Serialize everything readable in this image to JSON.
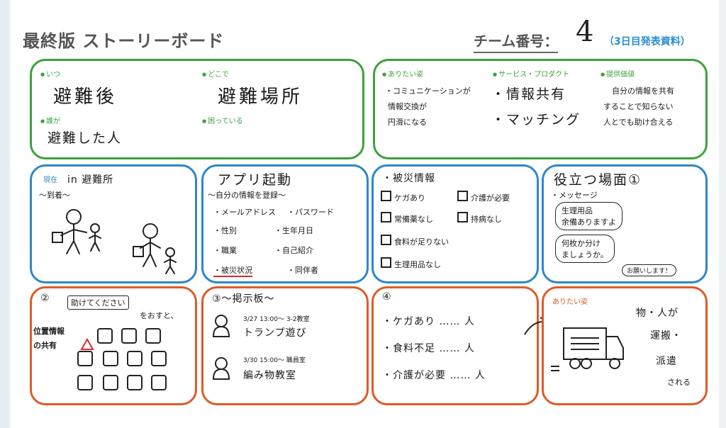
{
  "header": {
    "title": "最終版 ストーリーボード",
    "team_label": "チーム番号：",
    "team_number": "4",
    "note": "（3日目発表資料）"
  },
  "top_left": {
    "when_label": "いつ",
    "when_value": "避難後",
    "where_label": "どこで",
    "where_value": "避難場所",
    "who_label": "誰が",
    "who_value": "避難した人",
    "trouble_label": "困っている"
  },
  "top_right": {
    "ideal_label": "ありたい姿",
    "ideal_value": [
      "・コミュニケーションが",
      "情報交換が",
      "円滑になる"
    ],
    "service_label": "サービス・プロダクト",
    "service_value": [
      "・情報共有",
      "・マッチング"
    ],
    "value_label": "提供価値",
    "value_value": [
      "自分の情報を共有",
      "することで知らない",
      "人とでも助け合える"
    ]
  },
  "row2": {
    "p1": {
      "label": "現在",
      "line1": "in 避難所",
      "line2": "～到着～"
    },
    "p2": {
      "title": "アプリ起動",
      "subtitle": "～自分の情報を登録～",
      "items": [
        "・メールアドレス",
        "・パスワード",
        "・性別",
        "・生年月日",
        "・職業",
        "・自己紹介",
        "・被災状況",
        "・同伴者"
      ]
    },
    "p3": {
      "title": "・被災情報",
      "items": [
        "ケガあり",
        "介護が必要",
        "常備薬なし",
        "持病なし",
        "食料が足りない",
        "生理用品なし"
      ]
    },
    "p4": {
      "title": "役立つ場面①",
      "msg_label": "・メッセージ",
      "bubble1": [
        "生理用品",
        "余備ありますよ"
      ],
      "bubble2": [
        "何枚か分け",
        "ましょうか。"
      ],
      "bubble3": "お願いします！"
    }
  },
  "row3": {
    "p1": {
      "num": "②",
      "button_text": "助けてください",
      "push_text": "をおすと、",
      "side_text": [
        "位置情報",
        "の共有"
      ]
    },
    "p2": {
      "title": "③～掲示板～",
      "post1_meta": "3/27  13:00～  3-2教室",
      "post1_title": "トランプ遊び",
      "post2_meta": "3/30  15:00～  職員室",
      "post2_title": "編み物教室"
    },
    "p3": {
      "num": "④",
      "items": [
        "・ケガあり …… 人",
        "・食料不足 …… 人",
        "・介護が必要 …… 人"
      ]
    },
    "p4": {
      "label": "ありたい姿",
      "text": [
        "物・人が",
        "運搬・",
        "派遣",
        "される"
      ]
    }
  }
}
